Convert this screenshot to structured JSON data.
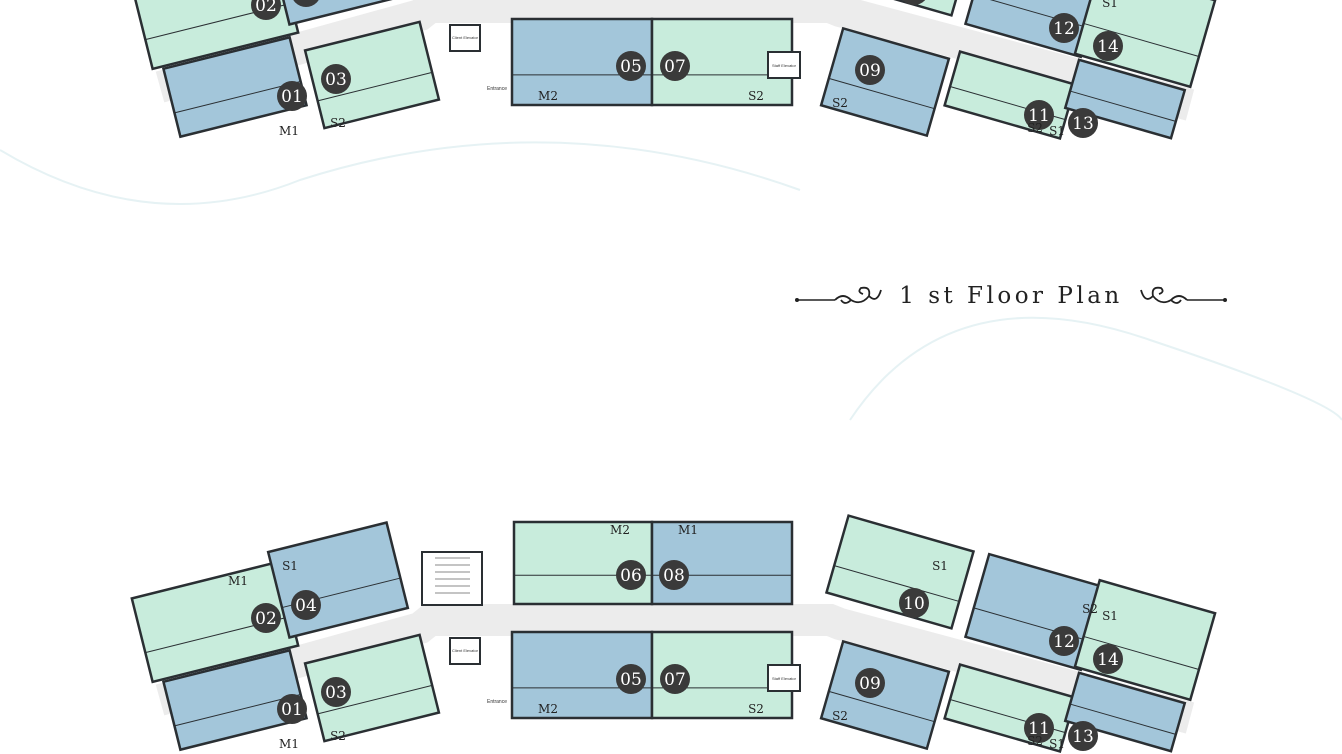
{
  "title": "1 st Floor Plan",
  "colors": {
    "blue_unit": "#a3c6da",
    "mint_unit": "#c8ecdc",
    "corridor": "#ececec",
    "wall": "#2a2f33",
    "unit_badge": "#3a3a3a"
  },
  "labels": {
    "entrance": "Entrance",
    "client_elevator": "Client Elevator",
    "staff_elevator": "Staff Elevator"
  },
  "units": [
    {
      "num": "01",
      "color": "blue"
    },
    {
      "num": "02",
      "color": "mint"
    },
    {
      "num": "03",
      "color": "mint"
    },
    {
      "num": "04",
      "color": "blue"
    },
    {
      "num": "05",
      "color": "blue"
    },
    {
      "num": "06",
      "color": "mint"
    },
    {
      "num": "07",
      "color": "mint"
    },
    {
      "num": "08",
      "color": "blue"
    },
    {
      "num": "09",
      "color": "blue"
    },
    {
      "num": "10",
      "color": "mint"
    },
    {
      "num": "11",
      "color": "mint"
    },
    {
      "num": "12",
      "color": "blue"
    },
    {
      "num": "13",
      "color": "blue"
    },
    {
      "num": "14",
      "color": "mint"
    }
  ],
  "room_types": [
    "M1",
    "M2",
    "S1",
    "S2"
  ]
}
